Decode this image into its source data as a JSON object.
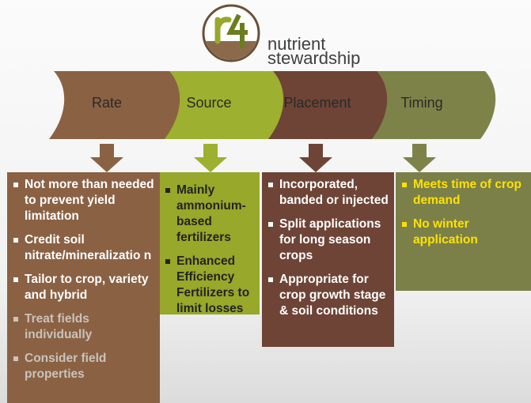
{
  "logo": {
    "brand_line1": "nutrient",
    "brand_line2": "stewardship",
    "icon": "r4-logo"
  },
  "colors": {
    "rate": "#8b6144",
    "source": "#97a82a",
    "placement": "#6e4436",
    "timing": "#7a8048",
    "timing_text": "#ffe100"
  },
  "tabs": [
    {
      "label": "Rate"
    },
    {
      "label": "Source"
    },
    {
      "label": "Placement"
    },
    {
      "label": "Timing"
    }
  ],
  "columns": {
    "rate": [
      "Not more than needed to prevent yield limitation",
      "Credit soil nitrate/mineralizatio n",
      "Tailor to crop, variety and hybrid",
      "Treat fields individually",
      "Consider field properties"
    ],
    "source": [
      "Mainly ammonium-based fertilizers",
      "Enhanced Efficiency Fertilizers to limit losses"
    ],
    "placement": [
      "Incorporated, banded or injected",
      "Split applications for long season crops",
      "Appropriate for crop growth stage & soil conditions"
    ],
    "timing": [
      "Meets time of crop demand",
      "No winter application"
    ]
  }
}
